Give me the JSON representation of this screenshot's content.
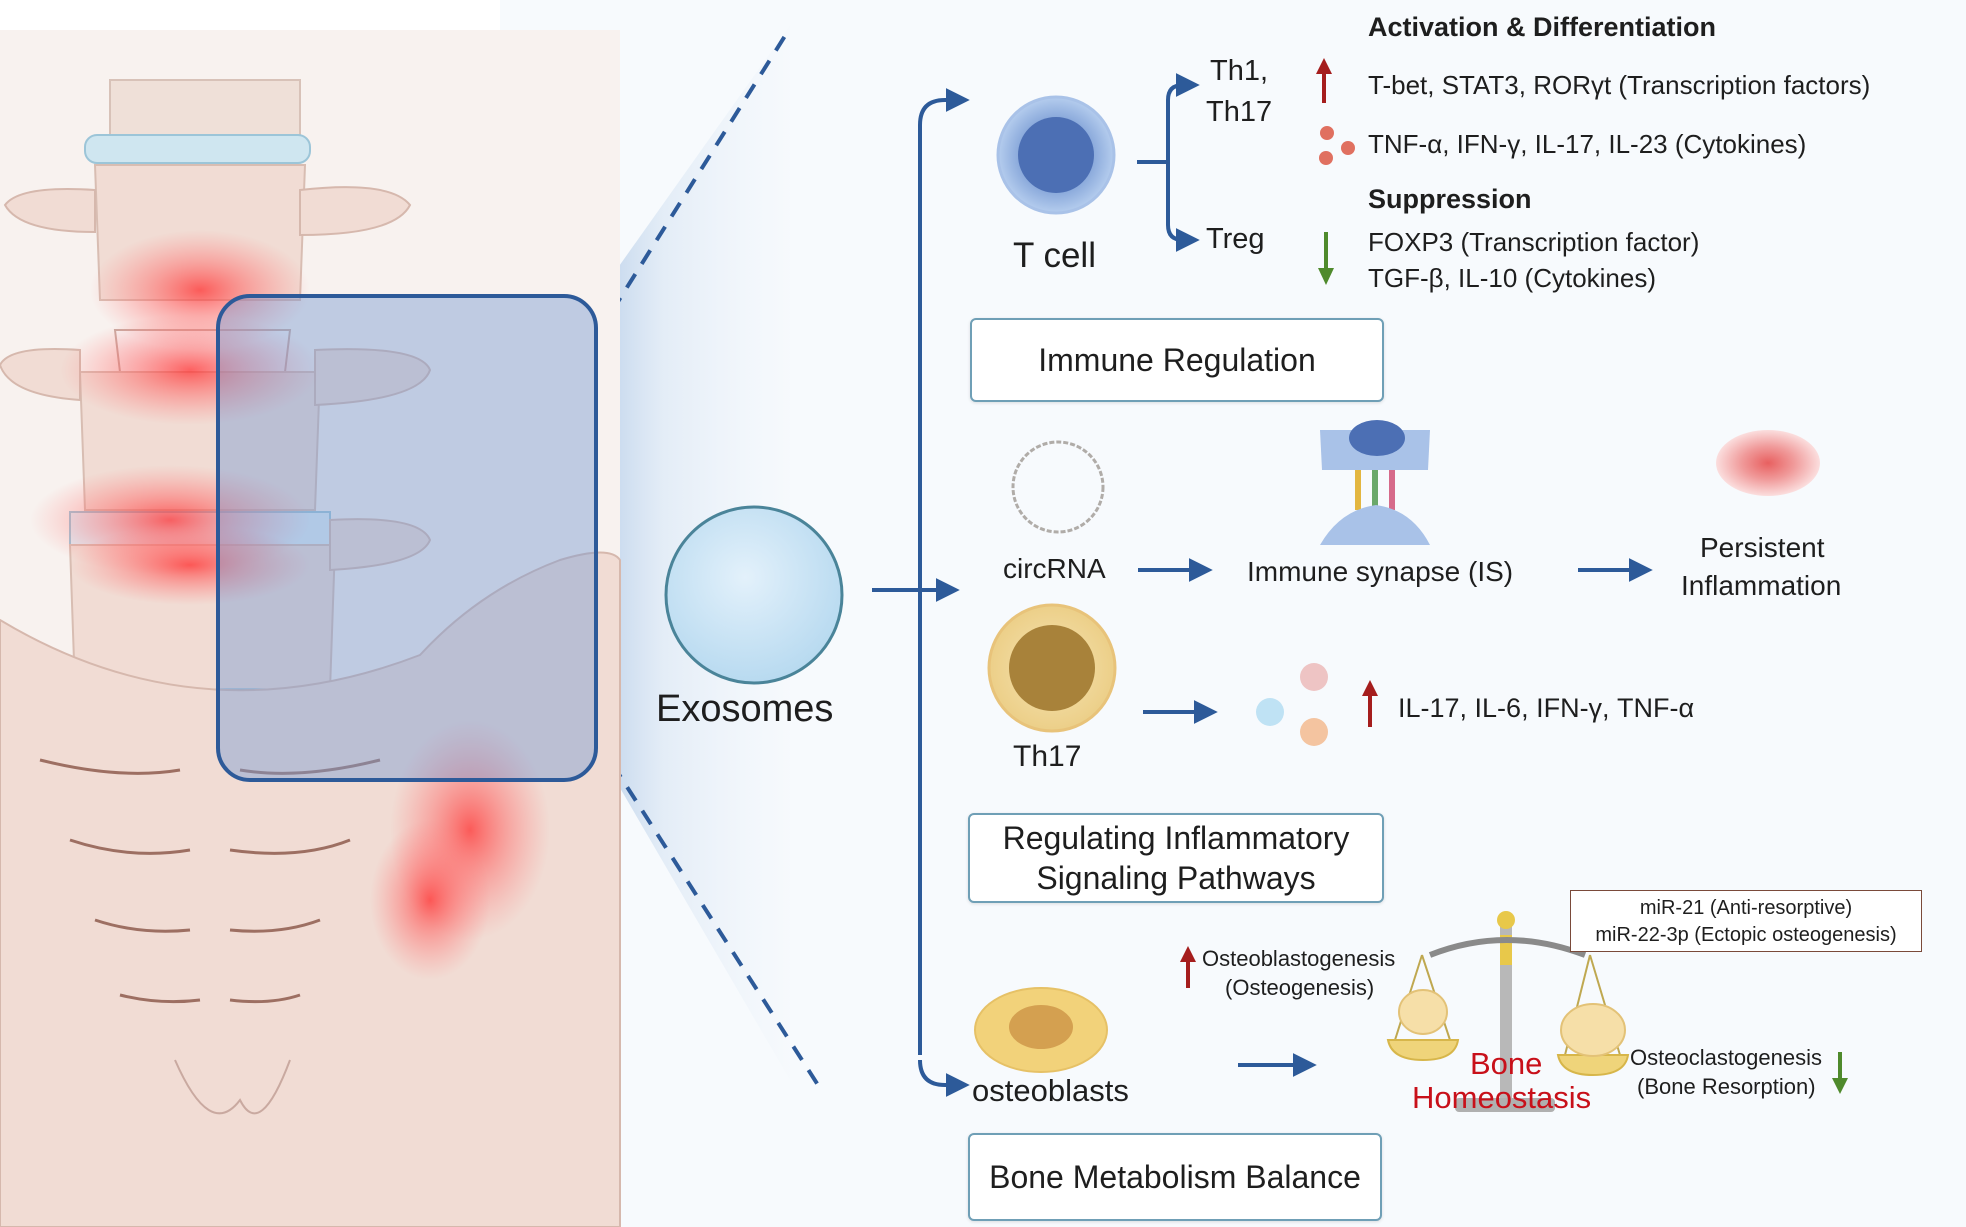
{
  "colors": {
    "arrow_blue": "#2d5a99",
    "up_red": "#a51d1d",
    "down_green": "#4f8a2c",
    "box_border": "#6f9fb6",
    "homeostasis_red": "#c8101a"
  },
  "left": {
    "exosomes_label": "Exosomes"
  },
  "t_cell": {
    "label": "T cell",
    "th1_th17_line1": "Th1,",
    "th1_th17_line2": "Th17",
    "treg": "Treg",
    "activation_header": "Activation & Differentiation",
    "activation_tf": "T-bet, STAT3, RORγt (Transcription factors)",
    "activation_cytokines": "TNF-α, IFN-γ, IL-17, IL-23 (Cytokines)",
    "suppression_header": "Suppression",
    "suppression_tf": "FOXP3 (Transcription factor)",
    "suppression_cytokines": "TGF-β, IL-10 (Cytokines)",
    "section_box": "Immune Regulation"
  },
  "inflammation": {
    "circrna": "circRNA",
    "immune_synapse": "Immune synapse (IS)",
    "persistent_line1": "Persistent",
    "persistent_line2": "Inflammation",
    "th17": "Th17",
    "cytokines": "IL-17, IL-6, IFN-γ, TNF-α",
    "section_box_line1": "Regulating Inflammatory",
    "section_box_line2": "Signaling Pathways"
  },
  "bone": {
    "mir_line1": "miR-21 (Anti-resorptive)",
    "mir_line2": "miR-22-3p (Ectopic osteogenesis)",
    "osteoblastogenesis_line1": "Osteoblastogenesis",
    "osteoblastogenesis_line2": "(Osteogenesis)",
    "osteoclastogenesis_line1": "Osteoclastogenesis",
    "osteoclastogenesis_line2": "(Bone Resorption)",
    "osteoblasts": "osteoblasts",
    "homeostasis_line1": "Bone",
    "homeostasis_line2": "Homeostasis",
    "section_box": "Bone Metabolism Balance"
  }
}
